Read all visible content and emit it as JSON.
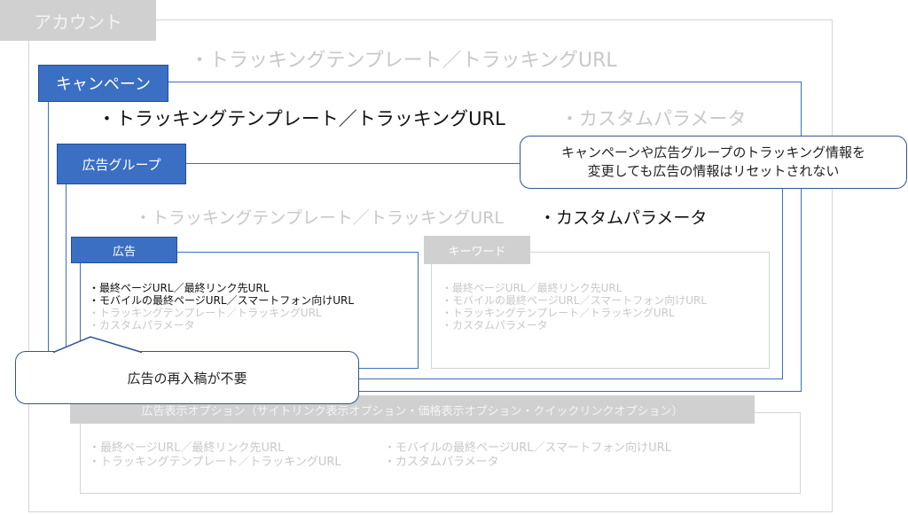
{
  "account": {
    "label": "アカウント",
    "settings": "・トラッキングテンプレート／トラッキングURL"
  },
  "campaign": {
    "label": "キャンペーン",
    "setting_active": "・トラッキングテンプレート／トラッキングURL",
    "setting_inactive": "・カスタムパラメータ"
  },
  "ad_group": {
    "label": "広告グループ",
    "setting_inactive": "・トラッキングテンプレート／トラッキングURL",
    "setting_active": "・カスタムパラメータ"
  },
  "ad": {
    "label": "広告",
    "items_active": [
      "・最終ページURL／最終リンク先URL",
      "・モバイルの最終ページURL／スマートフォン向けURL"
    ],
    "items_inactive": [
      "・トラッキングテンプレート／トラッキングURL",
      "・カスタムパラメータ"
    ]
  },
  "keyword": {
    "label": "キーワード",
    "items": [
      "・最終ページURL／最終リンク先URL",
      "・モバイルの最終ページURL／スマートフォン向けURL",
      "・トラッキングテンプレート／トラッキングURL",
      "・カスタムパラメータ"
    ]
  },
  "extensions": {
    "label": "広告表示オプション（サイトリンク表示オプション・価格表示オプション・クイックリンクオプション）",
    "col1": [
      "・最終ページURL／最終リンク先URL",
      "・トラッキングテンプレート／トラッキングURL"
    ],
    "col2": [
      "・モバイルの最終ページURL／スマートフォン向けURL",
      "・カスタムパラメータ"
    ]
  },
  "callouts": {
    "tracking_note_line1": "キャンペーンや広告グループのトラッキング情報を",
    "tracking_note_line2": "変更しても広告の情報はリセットされない",
    "ad_note": "広告の再入稿が不要"
  },
  "colors": {
    "blue": "#3a6fc4",
    "gray_text": "#c8c8c8",
    "gray_label": "#d0d0d0"
  }
}
